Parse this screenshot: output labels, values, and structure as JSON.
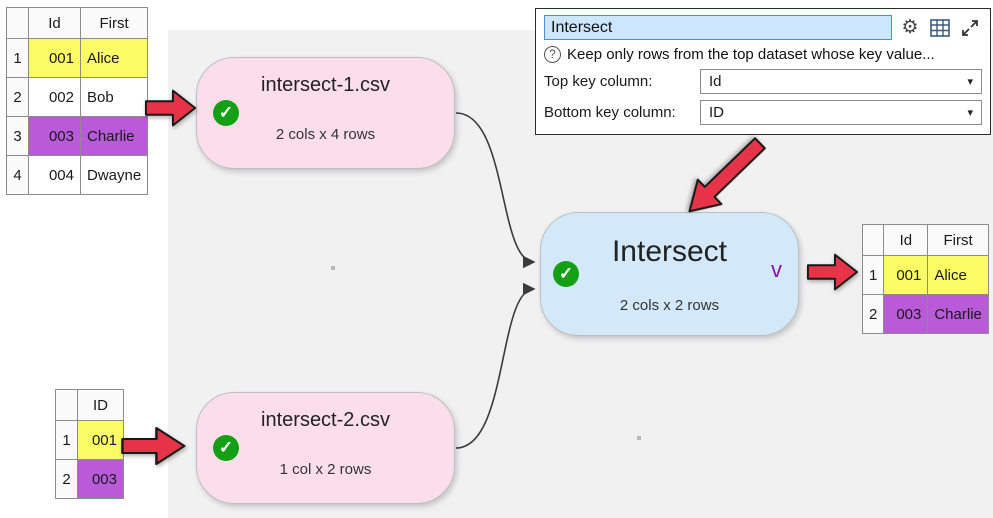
{
  "colors": {
    "row-yellow": "#fbfb65",
    "row-purple": "#b95ad8",
    "node-pink": "#fbdee9",
    "node-blue": "#d3e9f9",
    "check-green": "#14a014",
    "arrow-red": "#e73347",
    "caret-purple": "#8e0cb4",
    "input-bg": "#cbe6fd",
    "input-border": "#4a90d9",
    "canvas-gray": "#f1f1f2",
    "connector": "#3c3c3c"
  },
  "icons": {
    "settings": "⚙",
    "check": "✓",
    "help": "?",
    "dropdown": "▾"
  },
  "panel": {
    "title_value": "Intersect",
    "help_text": "Keep only rows from the top dataset whose key value...",
    "top_field": {
      "label": "Top key column:",
      "value": "Id"
    },
    "bottom_field": {
      "label": "Bottom key column:",
      "value": "ID"
    }
  },
  "nodes": {
    "input1": {
      "title": "intersect-1.csv",
      "subtitle": "2 cols x 4 rows"
    },
    "input2": {
      "title": "intersect-2.csv",
      "subtitle": "1 col x 2 rows"
    },
    "intersect": {
      "title": "Intersect",
      "subtitle": "2 cols x 2 rows",
      "output_marker": "v"
    }
  },
  "tables": {
    "input1": {
      "headers": [
        "Id",
        "First"
      ],
      "rows": [
        {
          "num": "1",
          "id": "001",
          "first": "Alice",
          "hl": "yellow"
        },
        {
          "num": "2",
          "id": "002",
          "first": "Bob",
          "hl": "none"
        },
        {
          "num": "3",
          "id": "003",
          "first": "Charlie",
          "hl": "purple"
        },
        {
          "num": "4",
          "id": "004",
          "first": "Dwayne",
          "hl": "none"
        }
      ]
    },
    "input2": {
      "headers": [
        "ID"
      ],
      "rows": [
        {
          "num": "1",
          "id": "001",
          "hl": "yellow"
        },
        {
          "num": "2",
          "id": "003",
          "hl": "purple"
        }
      ]
    },
    "output": {
      "headers": [
        "Id",
        "First"
      ],
      "rows": [
        {
          "num": "1",
          "id": "001",
          "first": "Alice",
          "hl": "yellow"
        },
        {
          "num": "2",
          "id": "003",
          "first": "Charlie",
          "hl": "purple"
        }
      ]
    }
  }
}
